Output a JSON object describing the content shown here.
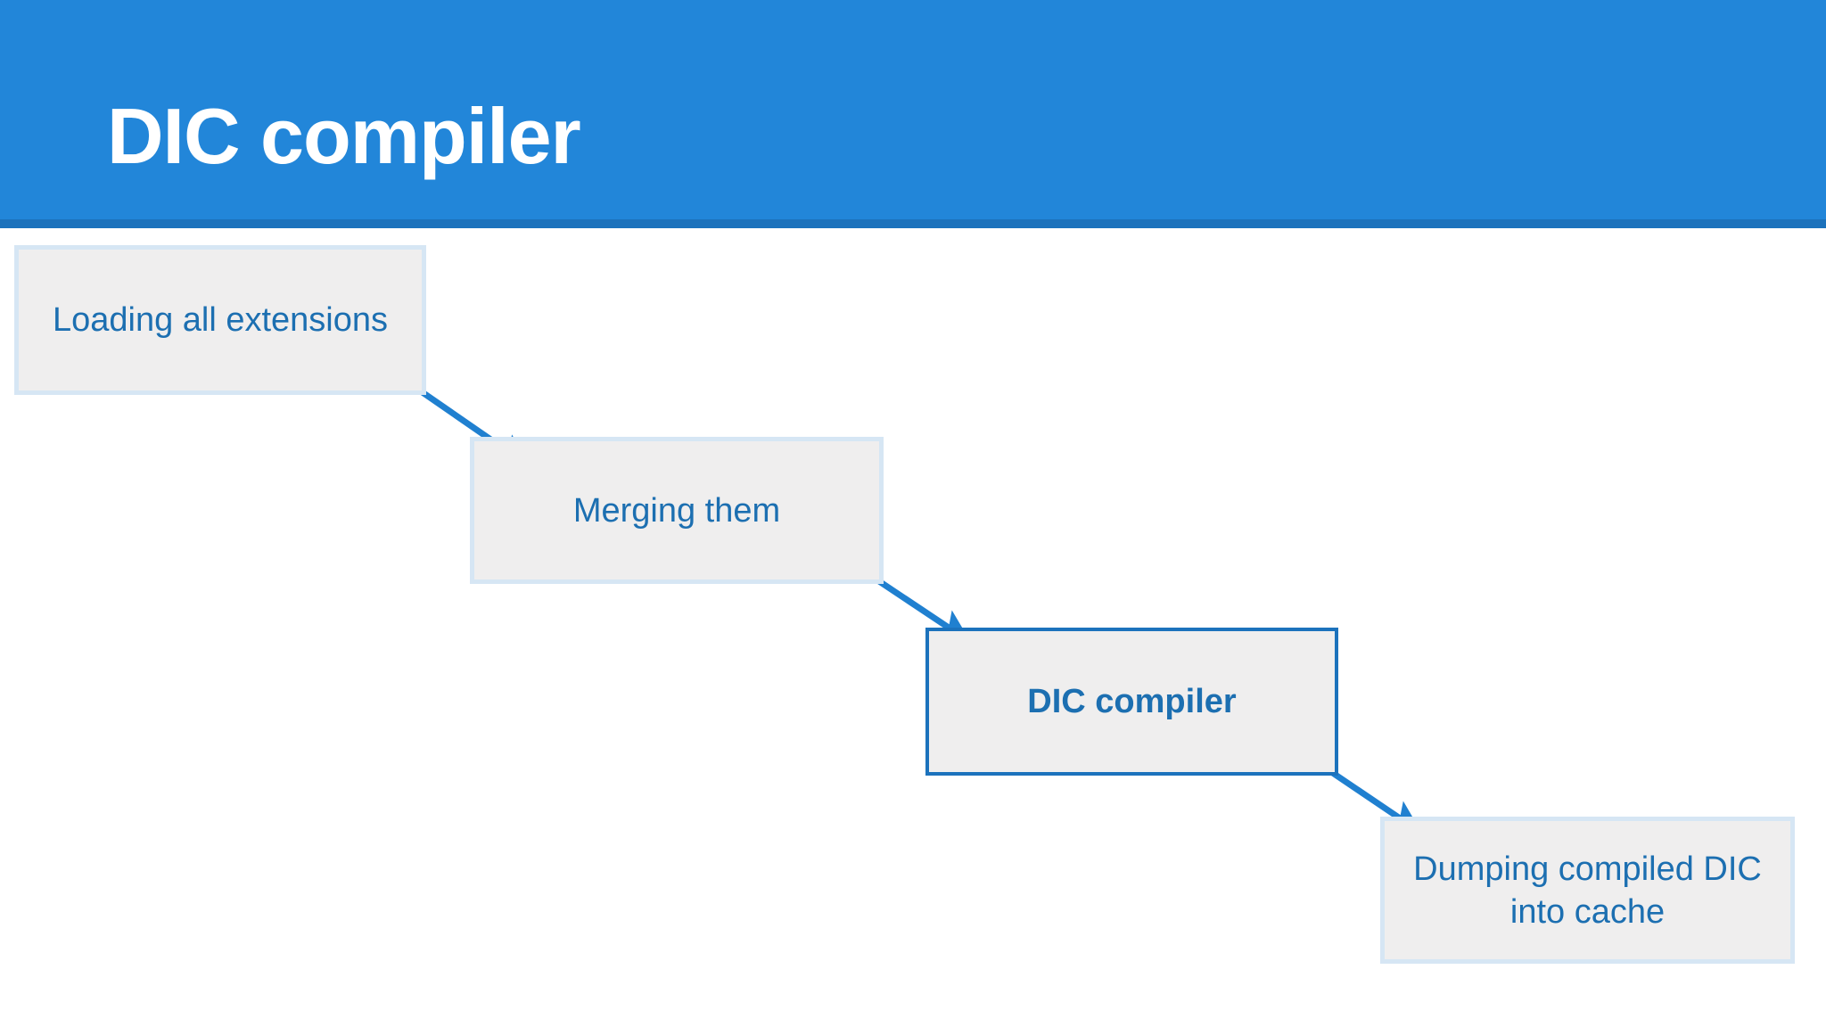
{
  "slide": {
    "title": "DIC compiler",
    "header_color": "#2286D9",
    "header_underline_color": "#1C72BC",
    "background_color": "#FFFFFF",
    "box_fill_color": "#EFEEEE",
    "box_soft_border_color": "#D6E6F4",
    "box_strong_border_color": "#1C72BC",
    "box_text_color": "#1C6FB1",
    "arrow_color": "#2080D0"
  },
  "flow": {
    "steps": [
      {
        "id": "loading",
        "label": "Loading all extensions",
        "emphasis": "normal"
      },
      {
        "id": "merging",
        "label": "Merging them",
        "emphasis": "normal"
      },
      {
        "id": "dic",
        "label": "DIC compiler",
        "emphasis": "strong"
      },
      {
        "id": "dumping",
        "label": "Dumping compiled DIC into cache",
        "emphasis": "normal"
      }
    ],
    "connectors": [
      {
        "id": "loading-to-merging",
        "from": "loading",
        "to": "merging"
      },
      {
        "id": "merging-to-dic",
        "from": "merging",
        "to": "dic"
      },
      {
        "id": "dic-to-dumping",
        "from": "dic",
        "to": "dumping"
      }
    ]
  }
}
